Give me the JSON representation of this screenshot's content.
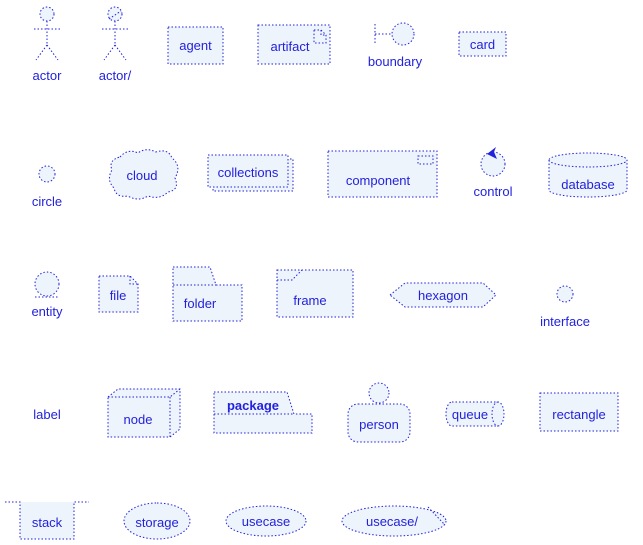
{
  "diagram": {
    "labels": {
      "actor": "actor",
      "actor2": "actor/",
      "agent": "agent",
      "artifact": "artifact",
      "boundary": "boundary",
      "card": "card",
      "circle": "circle",
      "cloud": "cloud",
      "collections": "collections",
      "component": "component",
      "control": "control",
      "database": "database",
      "entity": "entity",
      "file": "file",
      "folder": "folder",
      "frame": "frame",
      "hexagon": "hexagon",
      "interface": "interface",
      "label": "label",
      "node": "node",
      "package": "package",
      "person": "person",
      "queue": "queue",
      "rectangle": "rectangle",
      "stack": "stack",
      "storage": "storage",
      "usecase": "usecase",
      "usecase2": "usecase/"
    }
  }
}
